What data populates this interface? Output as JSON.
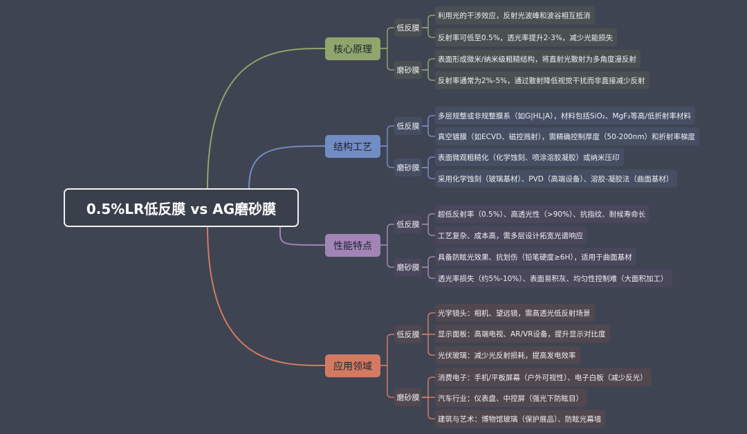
{
  "root": {
    "title": "0.5%LR低反膜 vs AG磨砂膜"
  },
  "branches": [
    {
      "label": "核心原理",
      "color": "#8fa56c",
      "tint": "#4a4f52",
      "subs": [
        {
          "label": "低反膜",
          "leaves": [
            "利用光的干涉效应，反射光波峰和波谷相互抵消",
            "反射率可低至0.5%，透光率提升2-3%，减少光能损失"
          ]
        },
        {
          "label": "磨砂膜",
          "leaves": [
            "表面形成微米/纳米级粗糙结构，将直射光散射为多角度漫反射",
            "反射率通常为2%-5%，通过散射降低视觉干扰而非直接减少反射"
          ]
        }
      ]
    },
    {
      "label": "结构工艺",
      "color": "#728dc4",
      "tint": "#464e63",
      "subs": [
        {
          "label": "低反膜",
          "leaves": [
            "多层规整或非规整膜系（如G|HL|A），材料包括SiO₂、MgF₂等高/低折射率材料",
            "真空镀膜（如ECVD、磁控溅射），需精确控制厚度（50-200nm）和折射率梯度"
          ]
        },
        {
          "label": "磨砂膜",
          "leaves": [
            "表面微观粗糙化（化学蚀刻、喷涂溶胶凝胶）或纳米压印",
            "采用化学蚀刻（玻璃基材）、PVD（高端设备）、溶胶-凝胶法（曲面基材）"
          ]
        }
      ]
    },
    {
      "label": "性能特点",
      "color": "#a384b6",
      "tint": "#4a465c",
      "subs": [
        {
          "label": "低反膜",
          "leaves": [
            "超低反射率（0.5%）、高透光性（>90%）、抗指纹、耐候寿命长",
            "工艺复杂、成本高，需多层设计拓宽光谱响应"
          ]
        },
        {
          "label": "磨砂膜",
          "leaves": [
            "具备防眩光效果、抗划伤（铅笔硬度≥6H），适用于曲面基材",
            "透光率损失（约5%-10%）、表面易积灰、均匀性控制难（大面积加工）"
          ]
        }
      ]
    },
    {
      "label": "应用领域",
      "color": "#d47a63",
      "tint": "#51474f",
      "subs": [
        {
          "label": "低反膜",
          "leaves": [
            "光学镜头：相机、望远镜，需高透光低反射场景",
            "显示面板：高端电视、AR/VR设备，提升显示对比度",
            "光伏玻璃：减少光反射损耗，提高发电效率"
          ]
        },
        {
          "label": "磨砂膜",
          "leaves": [
            "消费电子：手机/平板屏幕（户外可视性）、电子白板（减少反光）",
            "汽车行业：仪表盘、中控屏（强光下防眩目）",
            "建筑与艺术：博物馆玻璃（保护展品）、防眩光幕墙"
          ]
        }
      ]
    }
  ]
}
